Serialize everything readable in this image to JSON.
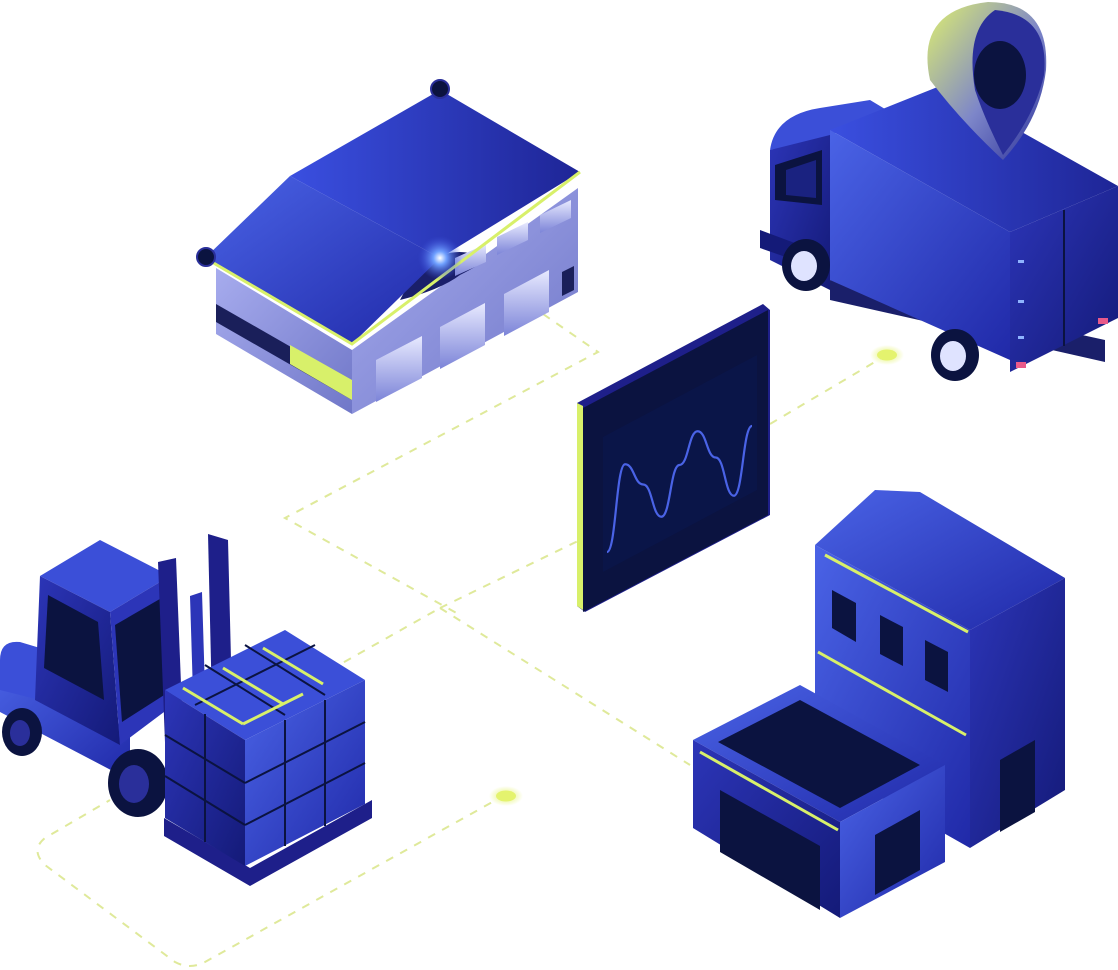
{
  "illustration": {
    "objects": [
      "warehouse",
      "delivery-truck",
      "location-pin",
      "analytics-monitor",
      "forklift",
      "pallet-boxes",
      "factory",
      "connector-nodes"
    ]
  },
  "colors": {
    "background": "#ffffff",
    "primary_blue": "#3b4fd8",
    "light_blue": "#4a63e6",
    "mid_blue": "#2c35b8",
    "dark_blue": "#1e1f8a",
    "navy": "#0b1340",
    "accent_lime": "#d8f06a",
    "dash_line": "#dfe99a",
    "wall_lavender": "#8f96dc",
    "tail_light": "#e85a8a"
  },
  "monitor": {
    "trend": [
      0.15,
      0.8,
      0.55,
      0.2,
      0.55,
      0.75,
      0.45,
      0.05,
      0.55
    ]
  }
}
